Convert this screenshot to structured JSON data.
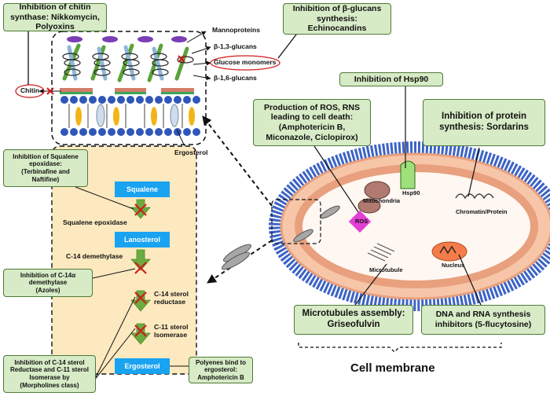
{
  "boxes": {
    "chitin_inhibition": "Inhibition of chitin\nsynthase: Nikkomycin,\nPolyoxins",
    "glucan_inhibition": "Inhibition of β-glucans\nsynthesis:\nEchinocandins",
    "hsp90_inhibition": "Inhibition of Hsp90",
    "ros_production": "Production of ROS, RNS\nleading to cell death:\n(Amphotericin B,\nMiconazole, Ciclopirox)",
    "protein_inhibition": "Inhibition of protein\nsynthesis: Sordarins",
    "squalene_inhibition": "Inhibition of Squalene\nepoxidase:\n(Terbinafine and\nNaftifine)",
    "c14_inhibition": "Inhibition of C-14α\ndemethylase\n(Azoles)",
    "microtubule_assembly": "Microtubules assembly:\nGriseofulvin",
    "dna_rna": "DNA and RNA synthesis\ninhibitors (5-flucytosine)",
    "c14_reductase_inhibition": "Inhibition of C-14 sterol\nReductase and C-11 sterol\nIsomerase by\n(Morpholines class)",
    "polyenes": "Polyenes bind to\nergosterol:\nAmphotericin B"
  },
  "wall_labels": {
    "mannoproteins": "Mannoproteins",
    "b13": "β-1,3-glucans",
    "glucose": "Glucose monomers",
    "b16": "β-1,6-glucans",
    "chitin": "Chitin",
    "ergosterol": "Ergosterol"
  },
  "pathway": {
    "squalene": "Squalene",
    "lanosterol": "Lanosterol",
    "ergosterol": "Ergosterol",
    "squalene_epoxidase": "Squalene epoxidase",
    "c14_demethylase": "C-14 demethylase",
    "c14_reductase": "C-14 sterol\nreductase",
    "c11_isomerase": "C-11 sterol\nIsomerase"
  },
  "cell_labels": {
    "mitochondria": "Mitochondria",
    "ros": "ROS",
    "hsp90": "Hsp90",
    "chromatin": "Chromatin/Protein",
    "microtubule": "Microtubule",
    "nucleus": "Nucleus",
    "cell_membrane": "Cell membrane"
  },
  "colors": {
    "box_fill": "#d7ebc6",
    "box_border": "#4f7a3a",
    "pathway_fill": "#fde9bf",
    "blue": "#19a3f0",
    "cell_fill": "#f7c6a8",
    "membrane_blue": "#3c63c6",
    "arrow_green": "#6cab3f",
    "inhibit_red": "#d01c1c",
    "ros_magenta": "#e02ad2"
  }
}
